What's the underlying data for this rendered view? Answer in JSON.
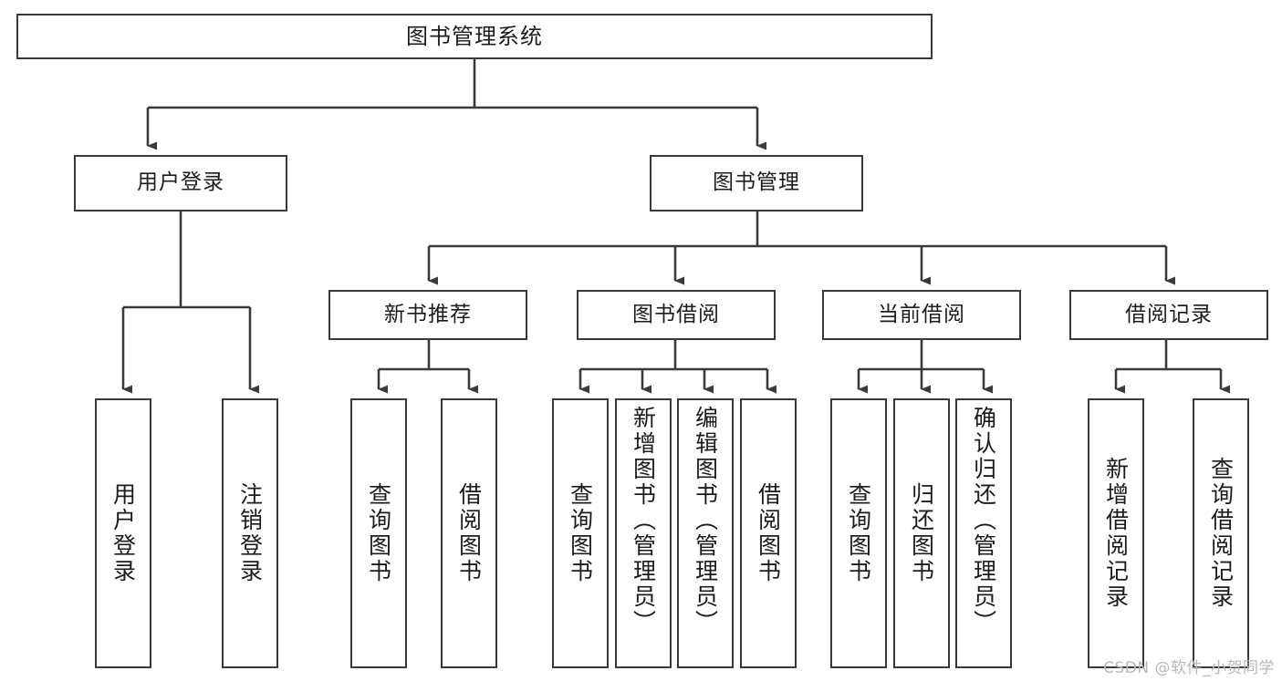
{
  "diagram": {
    "type": "tree",
    "title": "图书管理系统",
    "watermark": "CSDN @软件_小贺同学",
    "colors": {
      "background": "#ffffff",
      "box_border": "#3a3a3a",
      "connector": "#3a3a3a",
      "text": "#1c1c1c",
      "watermark": "#b9b9b9"
    },
    "nodes": {
      "root": {
        "label": "图书管理系统"
      },
      "level2": [
        {
          "label": "用户登录"
        },
        {
          "label": "图书管理"
        }
      ],
      "level3": [
        {
          "label": "新书推荐"
        },
        {
          "label": "图书借阅"
        },
        {
          "label": "当前借阅"
        },
        {
          "label": "借阅记录"
        }
      ],
      "leaves": {
        "user_login": [
          {
            "label": "用户登录"
          },
          {
            "label": "注销登录"
          }
        ],
        "new_book_recommend": [
          {
            "label": "查询图书"
          },
          {
            "label": "借阅图书"
          }
        ],
        "book_borrow": [
          {
            "label": "查询图书"
          },
          {
            "label": "新增图书（管理员）"
          },
          {
            "label": "编辑图书（管理员）"
          },
          {
            "label": "借阅图书"
          }
        ],
        "current_borrow": [
          {
            "label": "查询图书"
          },
          {
            "label": "归还图书"
          },
          {
            "label": "确认归还（管理员）"
          }
        ],
        "borrow_record": [
          {
            "label": "新增借阅记录"
          },
          {
            "label": "查询借阅记录"
          }
        ]
      }
    }
  }
}
